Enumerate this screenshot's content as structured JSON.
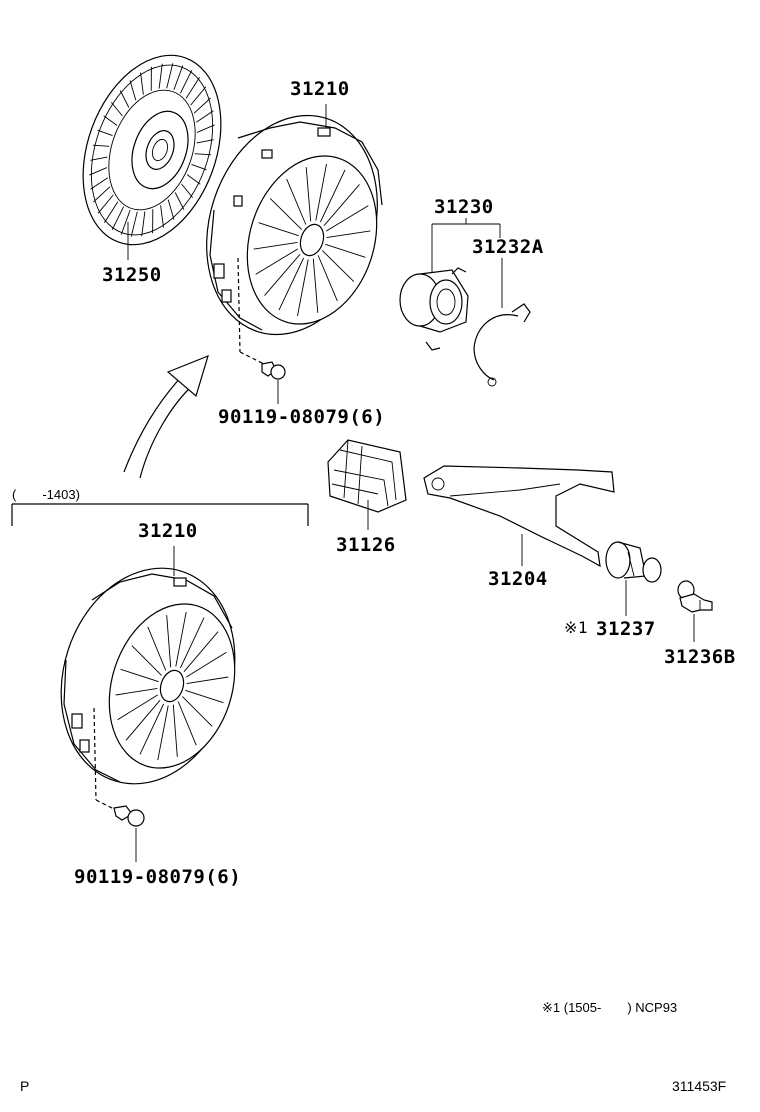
{
  "parts": {
    "cover_top": "31210",
    "disc": "31250",
    "bolt_top": "90119-08079(6)",
    "bearing": "31230",
    "clip": "31232A",
    "boot": "31126",
    "fork": "31204",
    "cover_bottom": "31210",
    "bolt_bottom": "90119-08079(6)",
    "support_mark": "※1",
    "support": "31237",
    "bolt_fork": "31236B"
  },
  "notes": {
    "range_bracket": "(　　-1403)",
    "footnote": "※1 (1505-　　) NCP93",
    "page_code": "P",
    "figure_id": "311453F"
  }
}
